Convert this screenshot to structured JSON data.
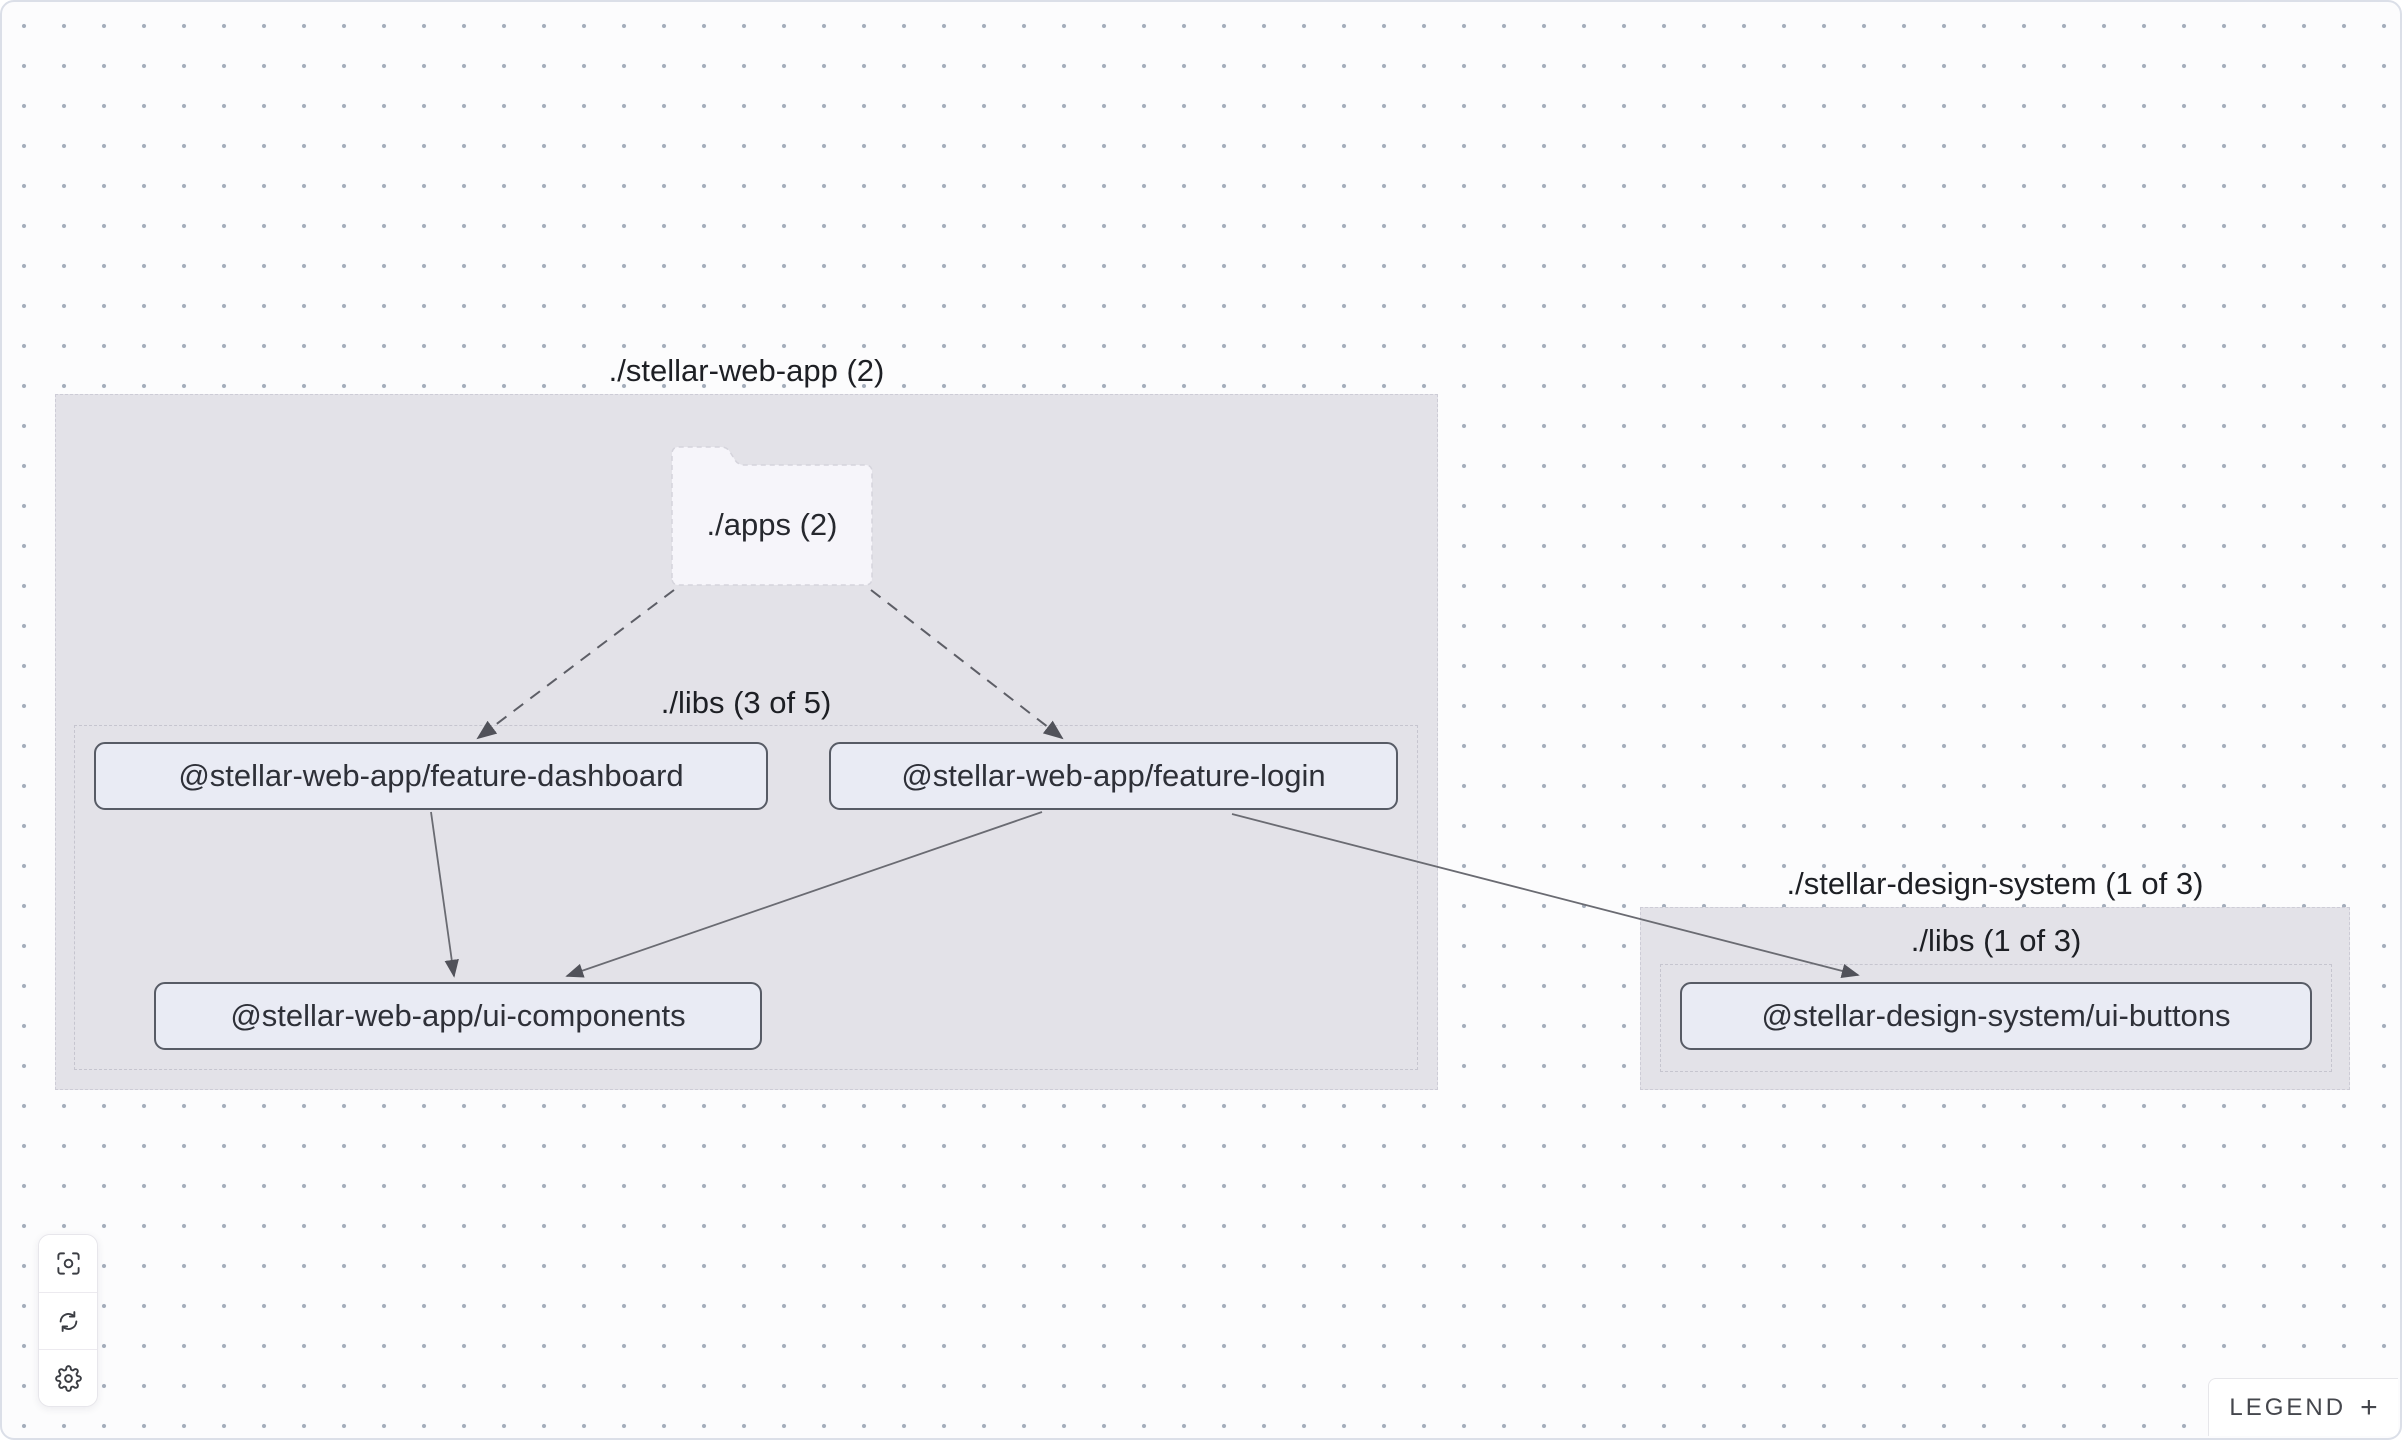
{
  "graph": {
    "groups": [
      {
        "id": "stellar-web-app",
        "label": "./stellar-web-app (2)"
      },
      {
        "id": "stellar-web-app-libs",
        "label": "./libs (3 of 5)"
      },
      {
        "id": "stellar-design-system",
        "label": "./stellar-design-system (1 of 3)"
      },
      {
        "id": "stellar-design-libs",
        "label": "./libs (1 of 3)"
      }
    ],
    "folder_node": {
      "label": "./apps (2)"
    },
    "nodes": [
      {
        "label": "@stellar-web-app/feature-dashboard"
      },
      {
        "label": "@stellar-web-app/feature-login"
      },
      {
        "label": "@stellar-web-app/ui-components"
      },
      {
        "label": "@stellar-design-system/ui-buttons"
      }
    ],
    "edges": [
      {
        "from": "./apps (2)",
        "to": "@stellar-web-app/feature-dashboard",
        "style": "dashed"
      },
      {
        "from": "./apps (2)",
        "to": "@stellar-web-app/feature-login",
        "style": "dashed"
      },
      {
        "from": "@stellar-web-app/feature-dashboard",
        "to": "@stellar-web-app/ui-components",
        "style": "solid"
      },
      {
        "from": "@stellar-web-app/feature-login",
        "to": "@stellar-web-app/ui-components",
        "style": "solid"
      },
      {
        "from": "@stellar-web-app/feature-login",
        "to": "@stellar-design-system/ui-buttons",
        "style": "solid"
      }
    ]
  },
  "toolbar": {
    "buttons": [
      {
        "icon": "focus-icon"
      },
      {
        "icon": "refresh-icon"
      },
      {
        "icon": "settings-gear-icon"
      }
    ]
  },
  "legend": {
    "label": "LEGEND",
    "expand": "+"
  },
  "colors": {
    "canvas_background": "#fcfcfd",
    "dot_grid": "#a4adbb",
    "group_fill": "#e3e2e8",
    "node_fill": "#e9ebf4",
    "node_border": "#575b65",
    "edge": "#5d5e66",
    "label_text": "#1d1f24"
  }
}
